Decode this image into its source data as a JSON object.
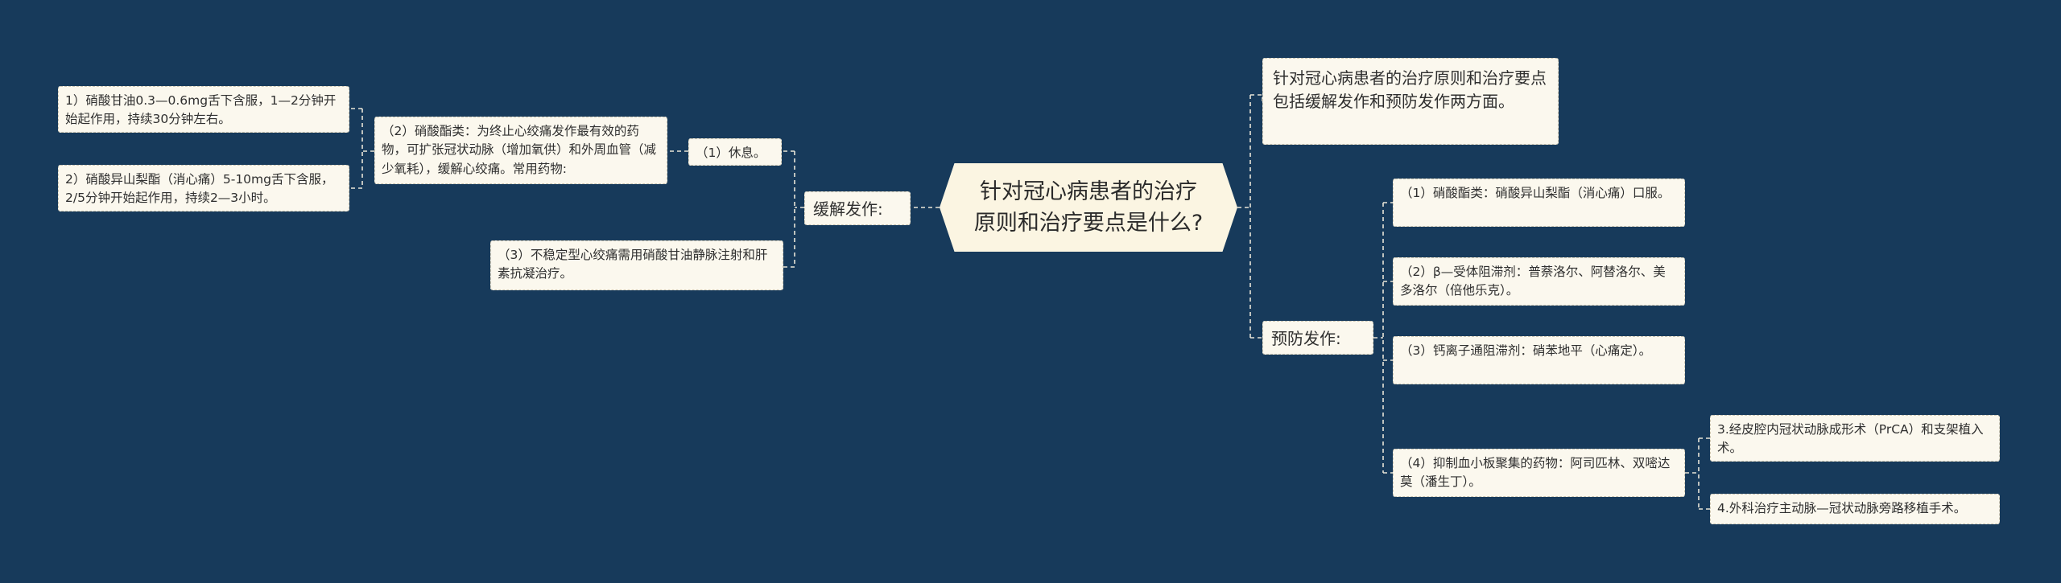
{
  "central": "针对冠心病患者的治疗原则和治疗要点是什么?",
  "left": {
    "relief": {
      "label": "缓解发作:",
      "rest": {
        "label": "（1）休息。",
        "nitrates": {
          "text": "（2）硝酸酯类：为终止心绞痛发作最有效的药物，可扩张冠状动脉（增加氧供）和外周血管（减少氧耗），缓解心绞痛。常用药物:",
          "drugs": [
            "1）硝酸甘油0.3—0.6mg舌下含服，1—2分钟开始起作用，持续30分钟左右。",
            "2）硝酸异山梨酯（消心痛）5-10mg舌下含服，2/5分钟开始起作用，持续2—3小时。"
          ]
        }
      },
      "unstable": "（3）不稳定型心绞痛需用硝酸甘油静脉注射和肝素抗凝治疗。"
    }
  },
  "right": {
    "principle": "针对冠心病患者的治疗原则和治疗要点包括缓解发作和预防发作两方面。",
    "prevention": {
      "label": "预防发作:",
      "items": [
        "（1）硝酸酯类：硝酸异山梨酯（消心痛）口服。",
        "（2）β—受体阻滞剂：普萘洛尔、阿替洛尔、美多洛尔（倍他乐克）。",
        "（3）钙离子通阻滞剂：硝苯地平（心痛定）。",
        "（4）抑制血小板聚集的药物：阿司匹林、双嘧达莫（潘生丁）。"
      ],
      "procedures": [
        "3.经皮腔内冠状动脉成形术（PrCA）和支架植入术。",
        "4.外科治疗主动脉—冠状动脉旁路移植手术。"
      ]
    }
  },
  "colors": {
    "background": "#173a5b",
    "node": "#fbf8ee",
    "central": "#fbf5e2",
    "connector": "#e8e4d8"
  }
}
